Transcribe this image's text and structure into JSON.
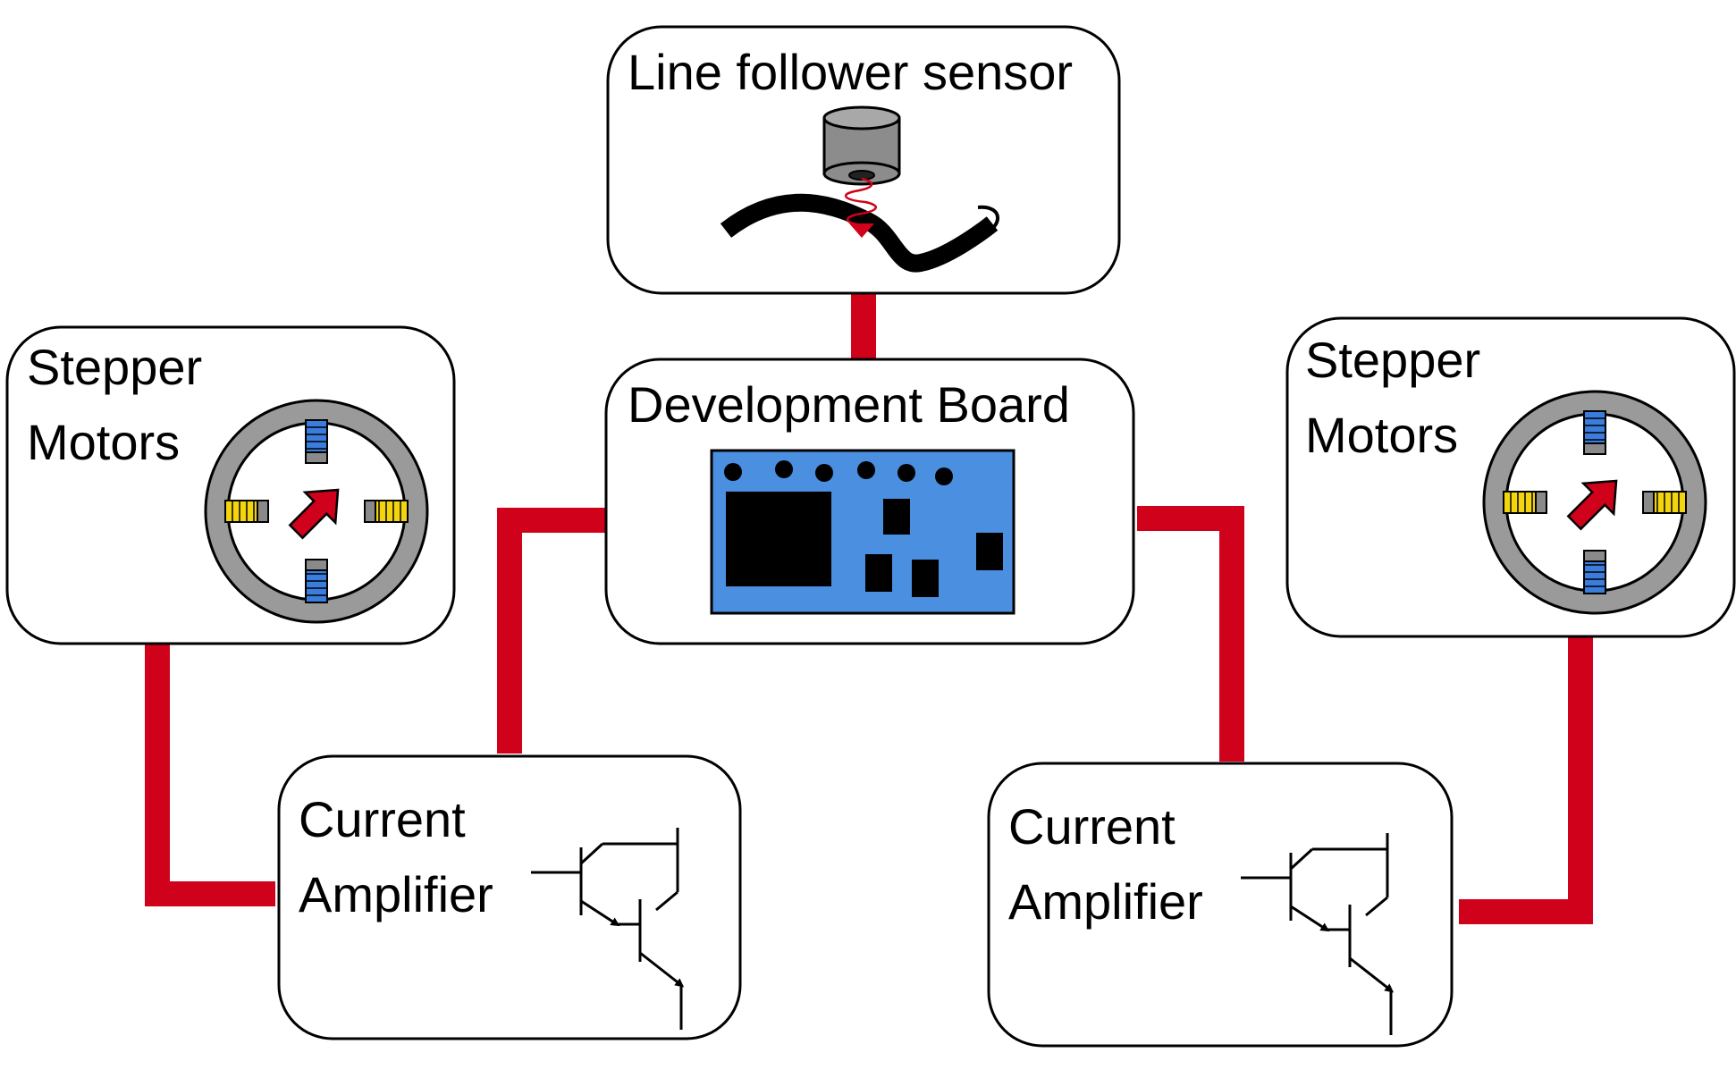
{
  "boxes": {
    "sensor": {
      "title": "Line follower sensor"
    },
    "board": {
      "title": "Development Board"
    },
    "motor_left": {
      "line1": "Stepper",
      "line2": "Motors"
    },
    "motor_right": {
      "line1": "Stepper",
      "line2": "Motors"
    },
    "amp_left": {
      "line1": "Current",
      "line2": "Amplifier"
    },
    "amp_right": {
      "line1": "Current",
      "line2": "Amplifier"
    }
  },
  "colors": {
    "connector": "#d0021b",
    "board": "#4a8fe0",
    "coil_blue": "#3b7ddd",
    "coil_yellow": "#f2d40f",
    "motor_ring": "#9a9a9a",
    "rotor_arrow": "#d0021b"
  },
  "icons": [
    "proximity-sensor-icon",
    "circuit-board-icon",
    "stepper-motor-icon",
    "darlington-transistor-icon"
  ]
}
